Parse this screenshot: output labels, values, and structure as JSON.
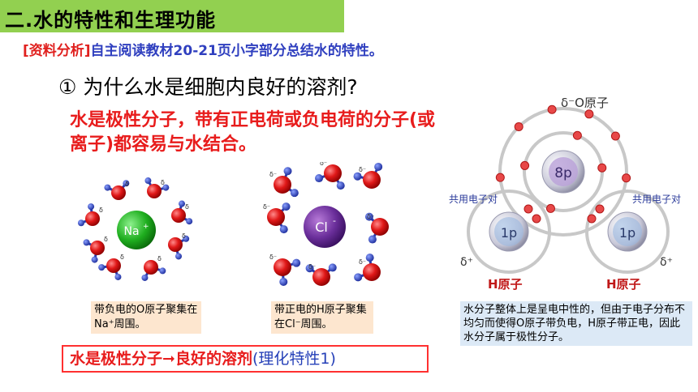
{
  "header": {
    "title": "二.水的特性和生理功能"
  },
  "subtitle": {
    "bracket": "[资料分析]",
    "text": "自主阅读教材20-21页小字部分总结水的特性。"
  },
  "question": "① 为什么水是细胞内良好的溶剂?",
  "answer": "水是极性分子，带有正电荷或负电荷的分子(或离子)都容易与水结合。",
  "na_diagram": {
    "ion_label": "Na",
    "ion_charge": "+",
    "delta": "δ",
    "caption": "带负电的O原子聚集在Na⁺周围。"
  },
  "cl_diagram": {
    "ion_label": "Cl",
    "ion_charge": "-",
    "delta": "δ⁻",
    "caption": "带正电的H原子聚集在Cl⁻周围。"
  },
  "conclusion": {
    "part1": "水是极性分子",
    "arrow": "➞",
    "part2": "良好的溶剂",
    "part3": "(理化特性1)"
  },
  "water_molecule": {
    "o_label": "δ⁻O原子",
    "o_nucleus": "8p",
    "h_nucleus_left": "1p",
    "h_nucleus_right": "1p",
    "shared_left": "共用电子对",
    "shared_right": "共用电子对",
    "delta_plus_left": "δ⁺",
    "delta_plus_right": "δ⁺",
    "h_label_left": "H原子",
    "h_label_right": "H原子",
    "note": "水分子整体上是呈电中性的，但由于电子分布不均匀而使得O原子带负电，H原子带正电，因此水分子属于极性分子。"
  },
  "colors": {
    "header_bg": "#92d050",
    "red": "#e81c1c",
    "blue": "#2f3fbf",
    "caption_bg": "#fde6cf",
    "note_bg": "#dce9f6"
  }
}
